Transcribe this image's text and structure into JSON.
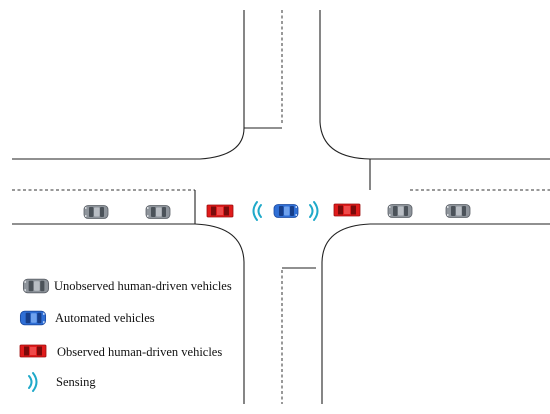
{
  "legend": {
    "items": [
      {
        "kind": "gray-car",
        "label": "Unobserved human-driven vehicles"
      },
      {
        "kind": "blue-car",
        "label": "Automated vehicles"
      },
      {
        "kind": "red-car",
        "label": "Observed human-driven vehicles"
      },
      {
        "kind": "sensing",
        "label": "Sensing"
      }
    ]
  },
  "colors": {
    "unobserved_vehicle": "#8e949b",
    "automated_vehicle": "#2f6fd6",
    "observed_vehicle": "#e01b1b",
    "sensing_wave": "#1fa9c9",
    "road_line": "#222222"
  }
}
